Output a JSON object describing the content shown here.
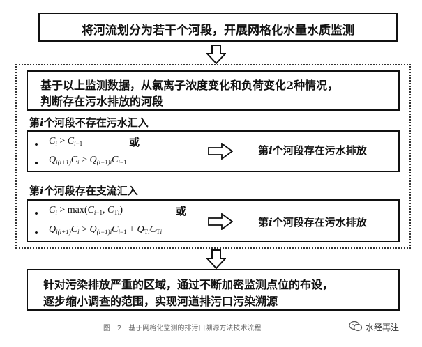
{
  "top_box": "将河流划分为若干个河段，开展网格化水量水质监测",
  "middle": {
    "header": [
      "基于以上监测数据，从氯离子浓度变化和负荷变化2种情况，",
      "判断存在污水排放的河段"
    ],
    "case1": {
      "title_pre": "第",
      "title_i": "i",
      "title_post": "个河段不存在污水汇入",
      "or": "或",
      "result_pre": "第",
      "result_i": "i",
      "result_post": "个河段存在污水排放"
    },
    "case2": {
      "title_pre": "第",
      "title_i": "i",
      "title_post": "个河段存在支流汇入",
      "or": "或",
      "result_pre": "第",
      "result_i": "i",
      "result_post": "个河段存在污水排放"
    }
  },
  "bottom_box": [
    "针对污染排放严重的区域，通过不断加密监测点位的布设，",
    "逐步缩小调查的范围，实现河道排污口污染溯源"
  ],
  "caption": "图　2　基于网格化监测的排污口溯源方法技术流程",
  "watermark": "水经再注"
}
